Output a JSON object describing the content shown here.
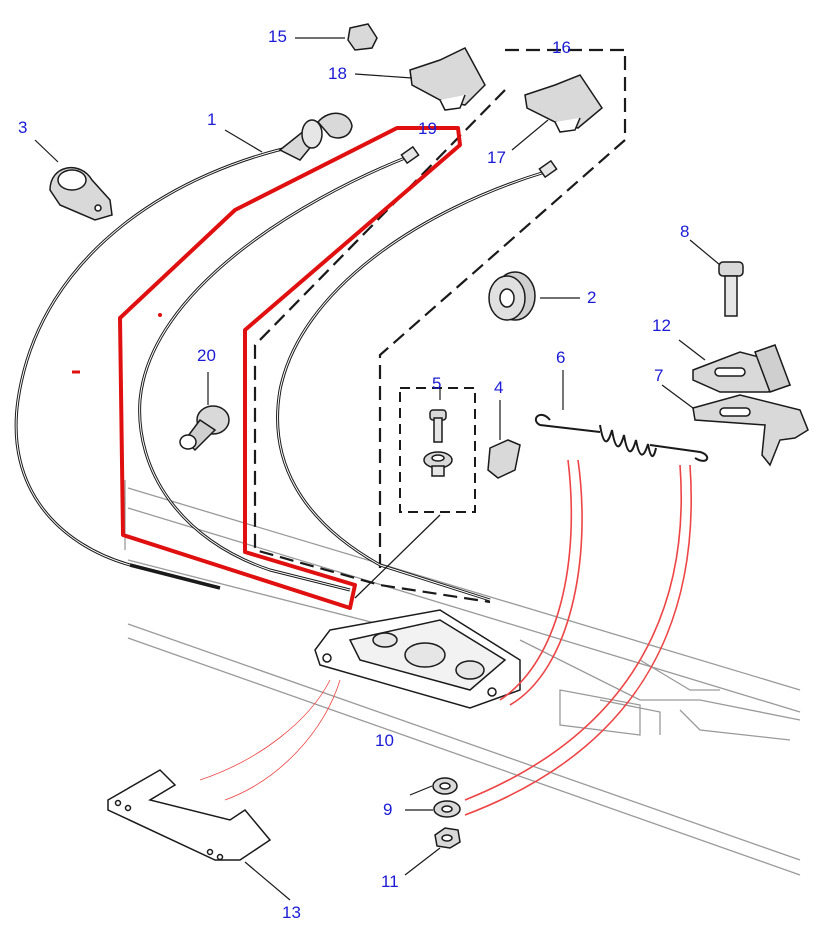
{
  "colors": {
    "background": "#ffffff",
    "line": "#1a1a1a",
    "part_fill": "#d9d9d9",
    "callout_text": "#1b1bd6",
    "highlight": "#e01010",
    "guide": "#ee4444",
    "structure": "#9a9a9a"
  },
  "callouts": [
    {
      "id": "1",
      "label": "1"
    },
    {
      "id": "2",
      "label": "2"
    },
    {
      "id": "3",
      "label": "3"
    },
    {
      "id": "4",
      "label": "4"
    },
    {
      "id": "5",
      "label": "5"
    },
    {
      "id": "6",
      "label": "6"
    },
    {
      "id": "7",
      "label": "7"
    },
    {
      "id": "8",
      "label": "8"
    },
    {
      "id": "9",
      "label": "9"
    },
    {
      "id": "10",
      "label": "10"
    },
    {
      "id": "11",
      "label": "11"
    },
    {
      "id": "12",
      "label": "12"
    },
    {
      "id": "13",
      "label": "13"
    },
    {
      "id": "15",
      "label": "15"
    },
    {
      "id": "16",
      "label": "16"
    },
    {
      "id": "17",
      "label": "17"
    },
    {
      "id": "18",
      "label": "18"
    },
    {
      "id": "19",
      "label": "19"
    },
    {
      "id": "20",
      "label": "20"
    }
  ]
}
